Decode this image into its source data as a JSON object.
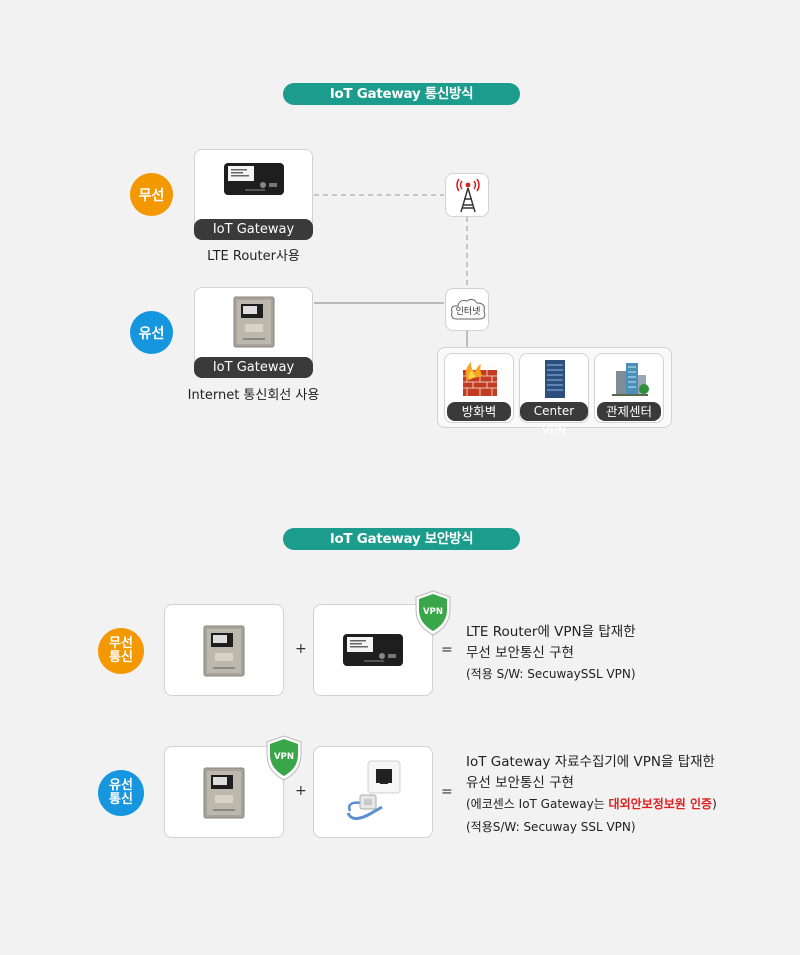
{
  "comm": {
    "title": "IoT Gateway 통신방식",
    "wireless_label": "무선",
    "wired_label": "유선",
    "gateway_label_1": "IoT Gateway",
    "gateway_caption_1": "LTE Router사용",
    "gateway_label_2": "IoT Gateway",
    "gateway_caption_2": "Internet 통신회선 사용",
    "cloud_label": "인터넷",
    "targets": [
      {
        "label": "방화벽"
      },
      {
        "label": "Center VPN"
      },
      {
        "label": "관제센터"
      }
    ]
  },
  "sec": {
    "title": "IoT Gateway 보안방식",
    "wireless_label": "무선\n통신",
    "wired_label": "유선\n통신",
    "vpn_badge": "VPN",
    "plus": "+",
    "equals": "=",
    "wireless_desc_1": "LTE Router에 VPN을 탑재한",
    "wireless_desc_2": "무선 보안통신 구현",
    "wireless_desc_3": "(적용 S/W: SecuwaySSL VPN)",
    "wired_desc_1": "IoT Gateway 자료수집기에 VPN을 탑재한",
    "wired_desc_2": "유선 보안통신 구현",
    "wired_desc_3a": "(에코센스 IoT Gateway는 ",
    "wired_desc_3b": "대외안보정보원 인증",
    "wired_desc_3c": ")",
    "wired_desc_4": "(적용S/W: Secuway SSL VPN)"
  },
  "colors": {
    "pill": "#1b9c8c",
    "wireless": "#f39800",
    "wired": "#1596de",
    "vpn_shield": "#3aa64a",
    "highlight": "#e02020"
  }
}
